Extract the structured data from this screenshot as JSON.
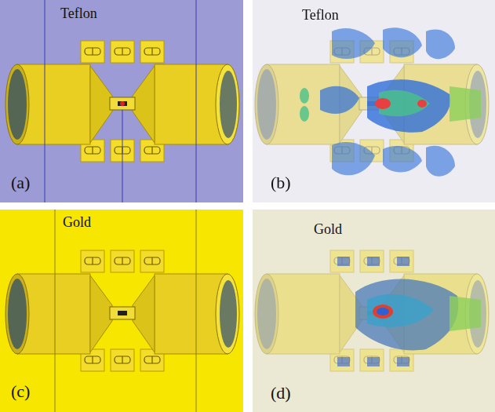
{
  "diagram": {
    "labels": [
      "Teflon",
      "Teflon",
      "(a)",
      "(b)",
      "Gold",
      "Gold",
      "(c)",
      "(d)"
    ]
  }
}
